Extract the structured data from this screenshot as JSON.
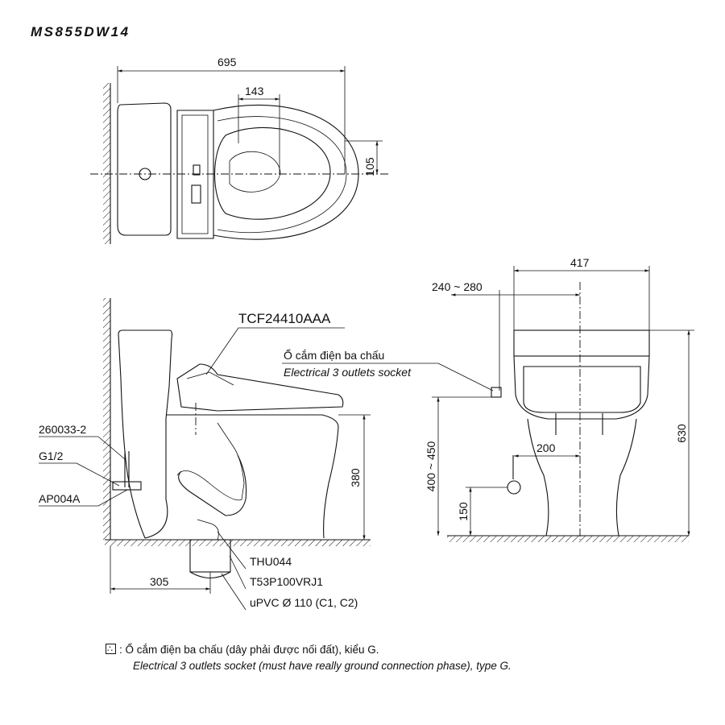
{
  "model": "MS855DW14",
  "top_view": {
    "dim_overall_length": "695",
    "dim_seat_offset": "143",
    "dim_center_offset": "105"
  },
  "side_view": {
    "seat_model": "TCF24410AAA",
    "socket_label_vi": "Ổ cắm điện ba chấu",
    "socket_label_en": "Electrical 3 outlets socket",
    "part_supply": "260033-2",
    "part_thread": "G1/2",
    "part_valve": "AP004A",
    "dim_seat_height": "380",
    "dim_rough_in": "305",
    "part_flange": "THU044",
    "part_drain": "T53P100VRJ1",
    "part_pipe": "uPVC Ø 110 (C1, C2)"
  },
  "front_view": {
    "dim_width": "417",
    "dim_socket_offset": "240 ~ 280",
    "dim_socket_height": "400 ~ 450",
    "dim_total_height": "630",
    "dim_supply_offset": "200",
    "dim_supply_height": "150"
  },
  "note": {
    "line_vi": ": Ổ cắm điện ba chấu (dây phải được nối đất), kiểu G.",
    "line_en": "Electrical 3 outlets socket (must have really ground connection phase), type G."
  }
}
